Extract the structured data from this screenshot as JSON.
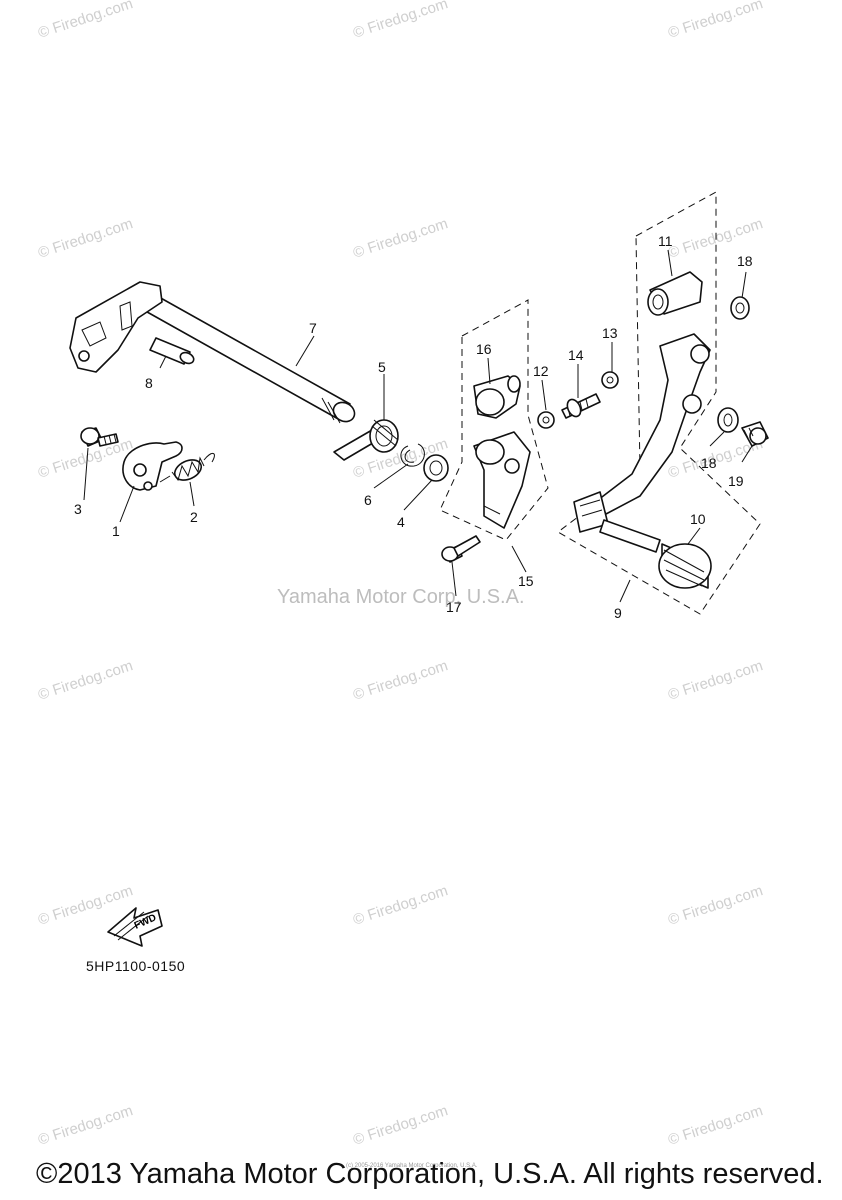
{
  "watermark_text": "© Firedog.com",
  "center_watermark": "Yamaha Motor Corp, U.S.A.",
  "diagram_code": "5HP1100-0150",
  "fwd_label": "FWD",
  "footer": "©2013 Yamaha Motor Corporation, U.S.A. All rights reserved.",
  "tiny_copyright": "(c) 2005-2016 Yamaha Motor Corporation, U.S.A.",
  "callouts": {
    "c1": "1",
    "c2": "2",
    "c3": "3",
    "c4": "4",
    "c5": "5",
    "c6": "6",
    "c7": "7",
    "c8": "8",
    "c9": "9",
    "c10": "10",
    "c11": "11",
    "c12": "12",
    "c13": "13",
    "c14": "14",
    "c15": "15",
    "c16": "16",
    "c17": "17",
    "c18a": "18",
    "c18b": "18",
    "c19": "19"
  }
}
